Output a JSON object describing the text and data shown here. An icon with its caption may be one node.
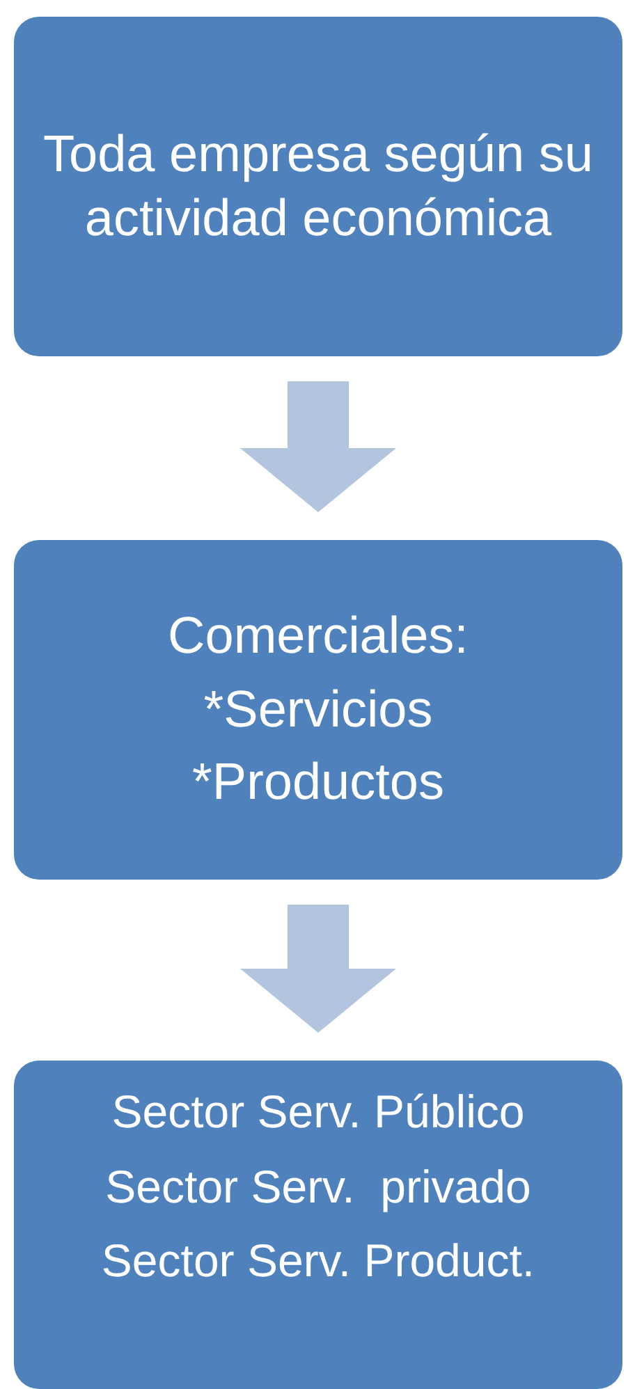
{
  "diagram": {
    "nodes": [
      {
        "text": [
          "Toda empresa según su actividad económica"
        ]
      },
      {
        "text": [
          "Comerciales:",
          "*Servicios",
          "*Productos"
        ]
      },
      {
        "text": [
          "Sector Serv. Público",
          "Sector Serv.  privado",
          "Sector Serv. Product."
        ]
      }
    ],
    "edges": [
      {
        "from": 0,
        "to": 1,
        "arrow": "to"
      },
      {
        "from": 1,
        "to": 2,
        "arrow": "to"
      }
    ]
  }
}
